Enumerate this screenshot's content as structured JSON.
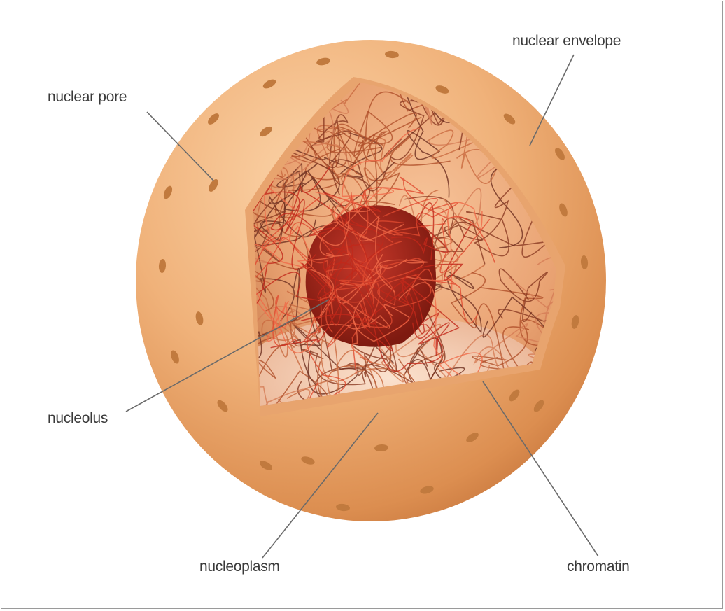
{
  "labels": {
    "nuclear_pore": "nuclear pore",
    "nuclear_envelope": "nuclear envelope",
    "nucleolus": "nucleolus",
    "nucleoplasm": "nucleoplasm",
    "chromatin": "chromatin"
  },
  "colors": {
    "envelope": "#f0b27a",
    "envelope_shadow": "#c8783f",
    "interior": "#e8a070",
    "nucleolus": "#a8281a",
    "chromatin": "#b0502a",
    "leader_line": "#6a6a6a"
  }
}
